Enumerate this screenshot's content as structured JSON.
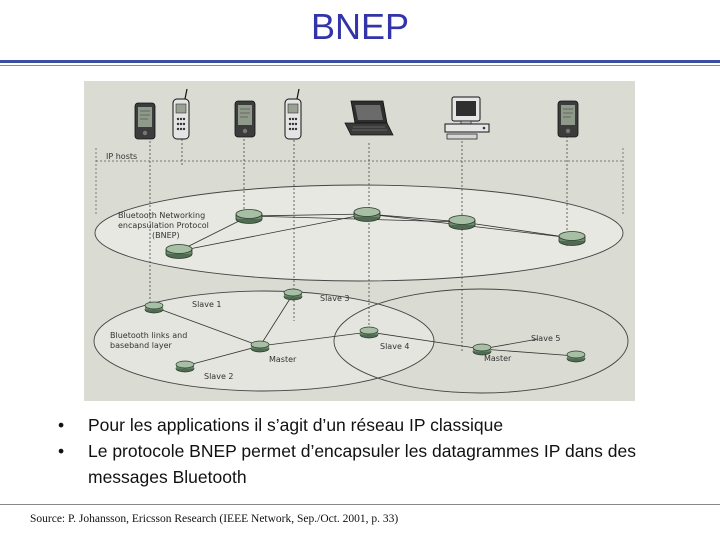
{
  "slide": {
    "title": "BNEP"
  },
  "diagram": {
    "ip_hosts_label": "IP hosts",
    "bnep_layer_label": "Bluetooth Networking encapsulation Protocol (BNEP)",
    "bnep_layer_lines": [
      "Bluetooth Networking",
      "encapsulation Protocol",
      "(BNEP)"
    ],
    "baseband_label": "Bluetooth links and baseband layer",
    "baseband_lines": [
      "Bluetooth links and",
      "baseband layer"
    ],
    "nodes": {
      "slave1": "Slave 1",
      "slave2": "Slave 2",
      "slave3": "Slave 3",
      "slave4": "Slave 4",
      "slave5": "Slave 5",
      "master_left": "Master",
      "master_right": "Master"
    },
    "device_icons": [
      "pda-icon",
      "phone-icon",
      "pda-icon",
      "phone-icon",
      "laptop-icon",
      "desktop-computer-icon",
      "pda-icon"
    ]
  },
  "bullets": [
    "Pour les applications il s’agit d’un réseau IP classique",
    "Le protocole BNEP permet d’encapsuler les datagrammes IP dans des messages Bluetooth"
  ],
  "bullet_marker": "•",
  "source": "Source: P. Johansson, Ericsson Research (IEEE Network, Sep./Oct. 2001, p. 33)"
}
